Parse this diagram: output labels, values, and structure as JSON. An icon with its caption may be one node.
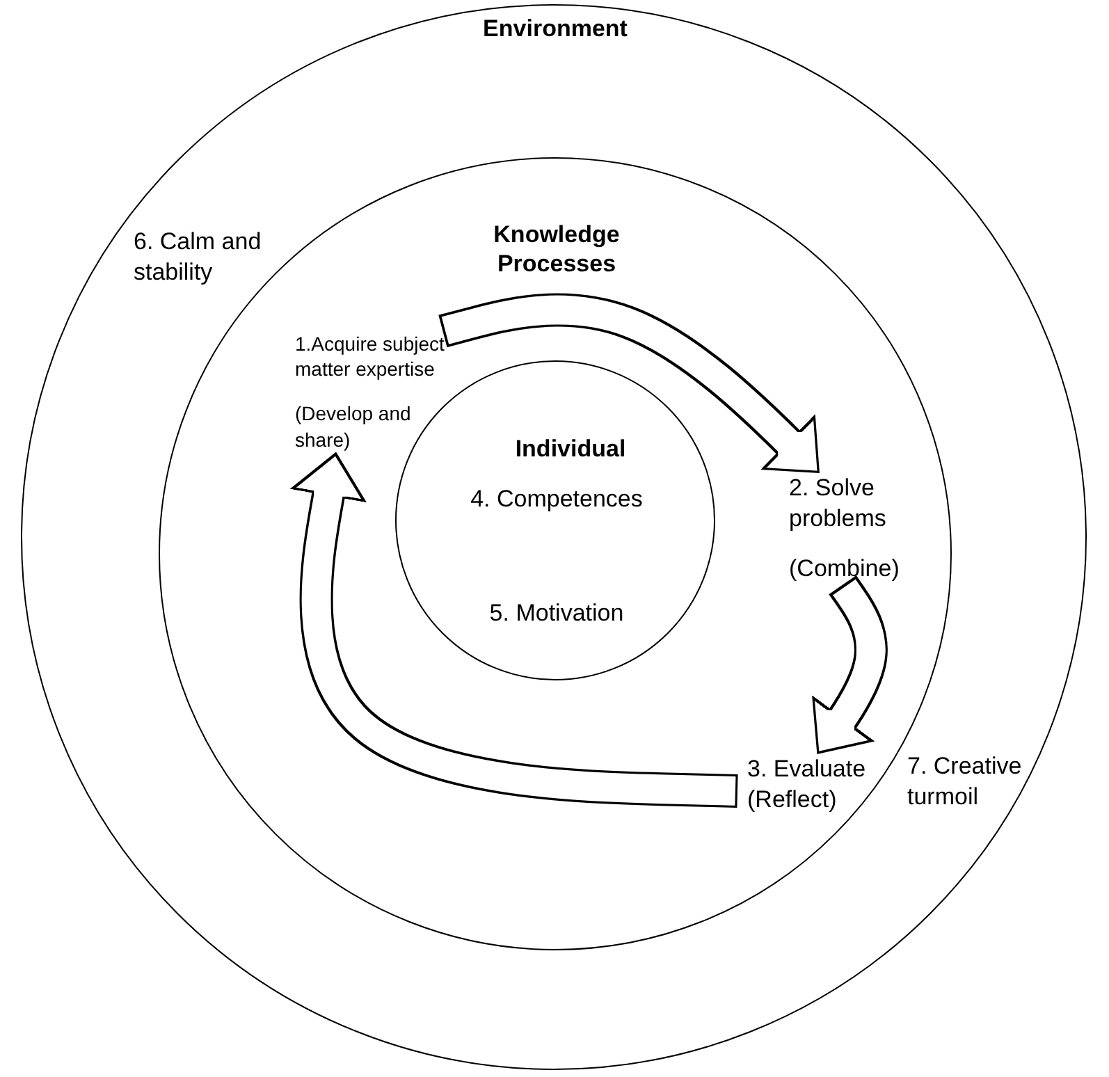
{
  "diagram": {
    "nodes": [
      {
        "text": [
          "Environment"
        ]
      },
      {
        "text": [
          "Knowledge Processes"
        ],
        "in": 0
      },
      {
        "text": [
          "Individual",
          "4. Competences",
          "5. Motivation"
        ],
        "in": 1
      },
      {
        "text": [
          "1.Acquire subject matter expertise",
          "(Develop and share)"
        ],
        "in": 1
      },
      {
        "text": [
          "2. Solve problems",
          "(Combine)"
        ],
        "in": 1
      },
      {
        "text": [
          "3. Evaluate (Reflect)"
        ],
        "in": 1
      }
    ],
    "edges": [
      {
        "from": 3,
        "to": 4,
        "arrow": "to"
      },
      {
        "from": 4,
        "to": 5,
        "arrow": "to"
      },
      {
        "from": 5,
        "to": 3,
        "arrow": "to"
      }
    ],
    "labels": [
      "6. Calm and stability",
      "7. Creative turmoil"
    ]
  }
}
